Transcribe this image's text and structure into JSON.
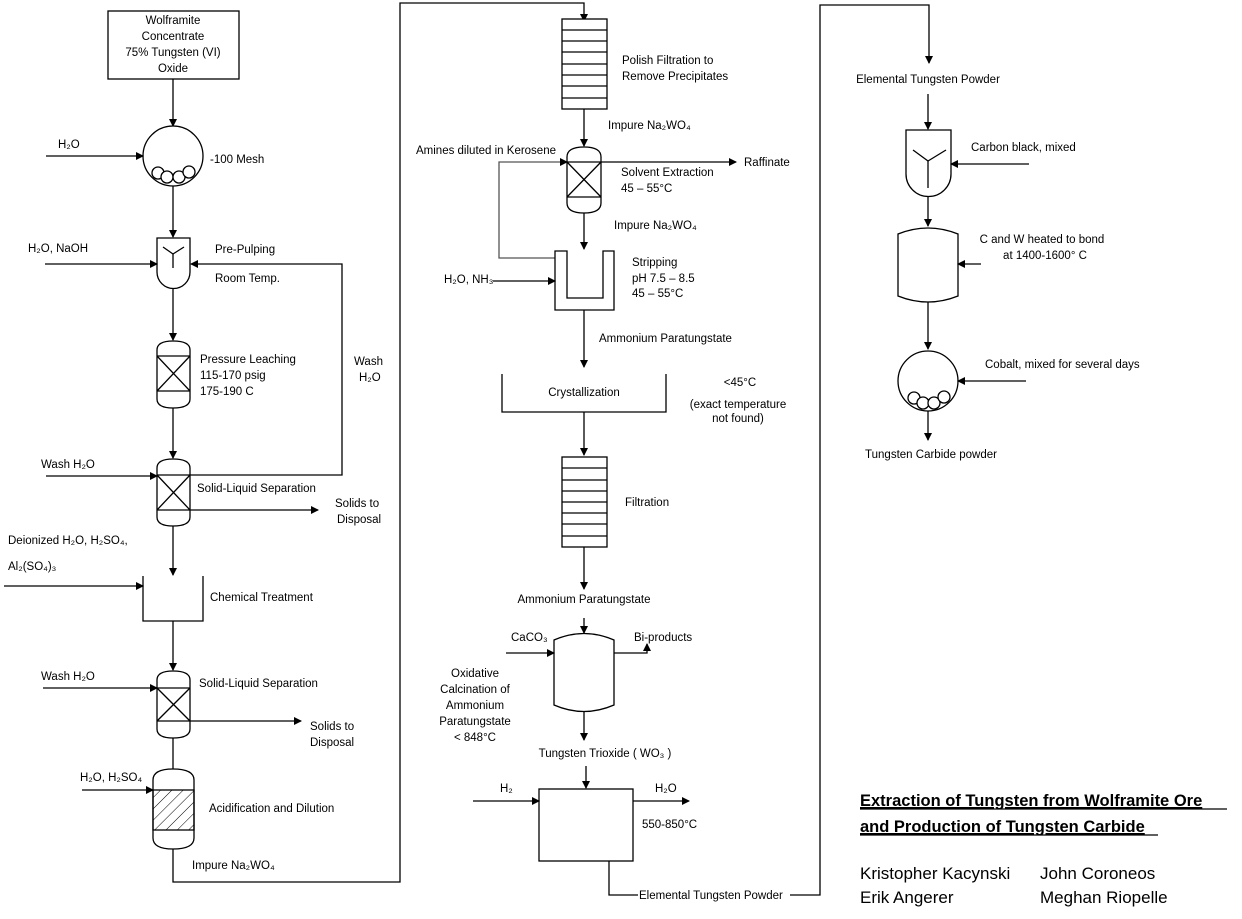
{
  "feed": {
    "line1": "Wolframite",
    "line2": "Concentrate",
    "line3": "75%  Tungsten (VI)",
    "line4": "Oxide"
  },
  "ball_mill_1": {
    "input": "H₂O",
    "label": "-100 Mesh"
  },
  "pre_pulping": {
    "input": "H₂O, NaOH",
    "label1": "Pre-Pulping",
    "label2": "Room Temp."
  },
  "recycle": {
    "label1": "Wash",
    "label2": "H₂O"
  },
  "pressure_leaching": {
    "label1": "Pressure Leaching",
    "label2": "115-170 psig",
    "label3": "175-190 C"
  },
  "sls_1": {
    "input": "Wash H₂O",
    "label": "Solid-Liquid  Separation",
    "out1": "Solids to",
    "out2": "Disposal"
  },
  "chemical_treatment": {
    "input1": "Deionized H₂O, H₂SO₄,",
    "input2": "Al₂(SO₄)₃",
    "label": "Chemical Treatment"
  },
  "sls_2": {
    "input": "Wash H₂O",
    "label": "Solid-Liquid Separation",
    "out1": "Solids to",
    "out2": "Disposal"
  },
  "acidification": {
    "input": "H₂O, H₂SO₄",
    "label": "Acidification and Dilution",
    "out": "Impure Na₂WO₄"
  },
  "polish_filtration": {
    "label1": "Polish Filtration to",
    "label2": "Remove Precipitates",
    "out": "Impure Na₂WO₄"
  },
  "solvent_extraction": {
    "input": "Amines diluted in Kerosene",
    "label1": "Solvent Extraction",
    "label2": "45 – 55°C",
    "raffinate": "Raffinate",
    "out": "Impure Na₂WO₄"
  },
  "stripping": {
    "input": "H₂O, NH₃",
    "label1": "Stripping",
    "label2": "pH 7.5 – 8.5",
    "label3": "45 – 55°C",
    "out": "Ammonium Paratungstate"
  },
  "crystallization": {
    "label": "Crystallization",
    "note1": "<45°C",
    "note2": "(exact temperature",
    "note3": "not found)"
  },
  "filtration": {
    "label": "Filtration",
    "out": "Ammonium Paratungstate"
  },
  "calcination": {
    "input": "CaCO₃",
    "byproducts": "Bi-products",
    "label1": "Oxidative",
    "label2": "Calcination of",
    "label3": "Ammonium",
    "label4": "Paratungstate",
    "label5": "< 848°C",
    "out": "Tungsten Trioxide ( WO₃ )"
  },
  "reduction": {
    "input": "H₂",
    "output": "H₂O",
    "label": "550-850°C",
    "out": "Elemental Tungsten Powder"
  },
  "carburization": {
    "in": "Elemental Tungsten Powder",
    "mixer_input": "Carbon black, mixed",
    "heater1": "C and W heated to bond",
    "heater2": "at 1400-1600° C",
    "mill_input": "Cobalt, mixed for several days",
    "product": "Tungsten Carbide powder"
  },
  "title": {
    "line1": "Extraction of Tungsten from Wolframite Ore",
    "line2": "and Production of Tungsten Carbide"
  },
  "authors": [
    "Kristopher Kacynski",
    "John Coroneos",
    "Erik Angerer",
    "Meghan Riopelle"
  ]
}
